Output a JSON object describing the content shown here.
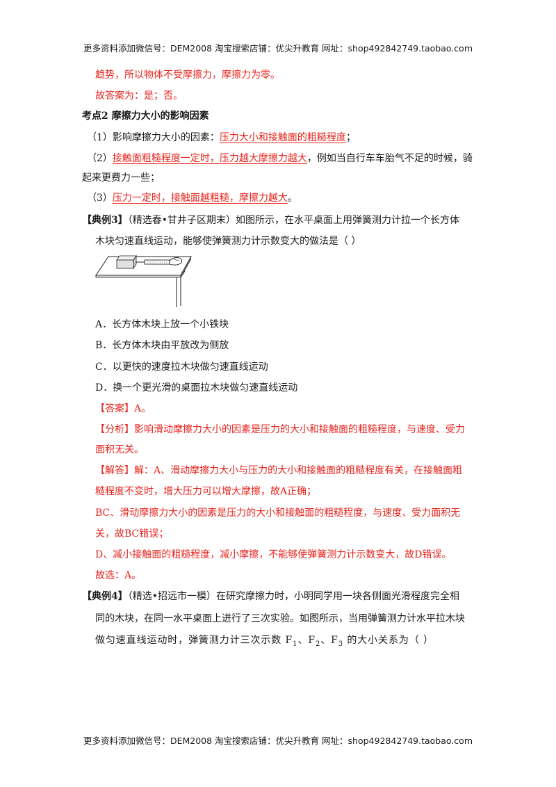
{
  "header": {
    "text": "更多资料添加微信号：DEM2008    淘宝搜索店铺：优尖升教育  网址：shop492842749.taobao.com"
  },
  "footer": {
    "text": "更多资料添加微信号：DEM2008    淘宝搜索店铺：优尖升教育  网址：shop492842749.taobao.com"
  },
  "prev": {
    "line1": "趋势，所以物体不受摩擦力，摩擦力为零。",
    "line2": "故答案为：是；否。"
  },
  "section": {
    "title": "考点2    摩擦力大小的影响因素"
  },
  "points": {
    "p1_prefix": "（1）影响摩擦力大小的因素：",
    "p1_red": "压力大小和接触面的粗糙程度",
    "p1_suffix": "；",
    "p2_prefix": "（2）",
    "p2_red": "接触面粗糙程度一定时，压力越大摩擦力越大",
    "p2_suffix": "，例如当自行车车胎气不足的时候，骑",
    "p2_cont": "起来更费力一些；",
    "p3_prefix": "（3）",
    "p3_red": "压力一定时，接触面越粗糙，摩擦力越大",
    "p3_suffix": "。"
  },
  "example3": {
    "tag": "【典例3】",
    "line1": "（精选春•甘井子区期末）如图所示，在水平桌面上用弹簧测力计拉一个长方体",
    "line2": "木块匀速直线运动，能够使弹簧测力计示数变大的做法是（        ）",
    "options": [
      "A．长方体木块上放一个小铁块",
      "B．长方体木块由平放改为侧放",
      "C．以更快的速度拉木块做匀速直线运动",
      "D．换一个更光滑的桌面拉木块做匀速直线运动"
    ],
    "answer": "【答案】A。",
    "analysis1": "【分析】影响滑动摩擦力大小的因素是压力的大小和接触面的粗糙程度，与速度、受力",
    "analysis2": "面积无关。",
    "solution1": "【解答】解：A、滑动摩擦力大小与压力的大小和接触面的粗糙程度有关，在接触面粗",
    "solution2": "糙程度不变时，增大压力可以增大摩擦，故A正确；",
    "solution3": "BC、滑动摩擦力大小的因素是压力的大小和接触面的粗糙程度，与速度、受力面积无",
    "solution4": "关，故BC错误；",
    "solution5": "D、减小接触面的粗糙程度，减小摩擦，不能够使弹簧测力计示数变大，故D错误。",
    "choice": "故选：A。"
  },
  "example4": {
    "tag": "【典例4】",
    "line1": "（精选•招远市一模）在研究摩擦力时，小明同学用一块各侧面光滑程度完全相",
    "line2": "同的木块，在同一水平桌面上进行了三次实验。如图所示，当用弹簧测力计水平拉木块",
    "line3_a": "做匀速直线运动时，弹簧测力计三次示数 F",
    "sub1": "1",
    "sep1": "、F",
    "sub2": "2",
    "sep2": "、F",
    "sub3": "3",
    "line3_b": " 的大小关系为（        ）"
  }
}
